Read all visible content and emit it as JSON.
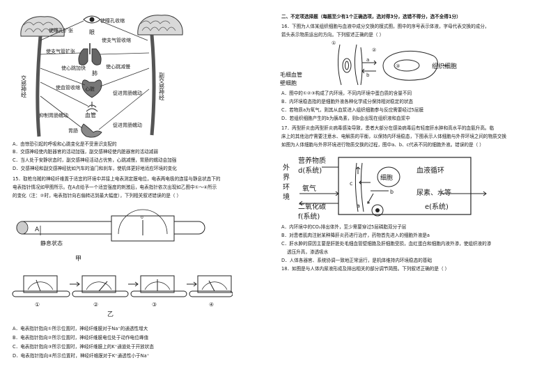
{
  "left": {
    "fig14": {
      "labels": {
        "eye": "眼",
        "pupil_constrict": "使瞳孔收缩",
        "pupil_dilate": "使瞳孔扩张",
        "bronchi_constrict": "使支气管收缩",
        "bronchi_dilate": "使支气管扩张",
        "lung": "肺",
        "hr_up": "使心跳加快",
        "hr_down": "使心跳减慢",
        "heart": "心脏",
        "vessel_constrict": "使血管收缩",
        "vessel": "血管",
        "promote_gi": "促进胃肠蠕动",
        "inhibit_gi": "抑制胃肠蠕动",
        "stomach": "胃肠",
        "sympathetic": "交感神经",
        "parasympathetic": "副交感神经"
      }
    },
    "q14_options": [
      "A．由惊恐引起的呼吸和心跳变化是不受意识支配的",
      "B．交感神经使内脏器官的活动加强，副交感神经使内脏器官的活动减弱",
      "C．当人处于安静状态时，副交感神经活动占优势，心跳减慢，胃肠的蠕动会加强",
      "D．交感神经和副交感神经犹如汽车的油门和刹车，使机体更好地适应环境的变化"
    ],
    "q15_stem": [
      "15．取枪乌贼的神经纤维置于适宜的环境中并接上电表测定膜电位，电表两电极的连接与静息状态下的",
      "电表指针情况如甲图所示。在A点给予一个适宜强度的刺激后，电表指针依次出现如乙图中①～④所示",
      "的变化（注：②时，电表指针向右偏转达到最大幅度），下列相关叙述错误的是（    ）"
    ],
    "fig15": {
      "point_a": "A",
      "rest_label": "静息状态",
      "jia": "甲",
      "yi": "乙",
      "zero": "0",
      "meter_nums": [
        "①",
        "②",
        "③",
        "④"
      ]
    },
    "q15_options": [
      "A．电表指针指向①所示位置时，神经纤维膜对于Na⁺的通透性增大",
      "B．电表指针指向②所示位置时，神经纤维膜电位处于动作电位峰值",
      "C．电表指针指向③所示位置时，神经纤维膜上的K⁺通道处于开放状态",
      "D．电表指针指向④所示位置时，神经纤维膜对于K⁺通透性小于Na⁺"
    ]
  },
  "right": {
    "section2": "二、不定项选择题（每题至少有1个正确选项，选对得3分，选错不得分，选不全得1分）",
    "q16_stem": [
      "16．下图为人体某组织细胞与血液中成分交换的模式图，图中的序号表示体液，字母代表交换的成分，",
      "箭头表示物质运出的方向。下列叙述正确的是（        ）"
    ],
    "fig16": {
      "capillary": "毛细血管",
      "wall_cell": "壁细胞",
      "tissue_cell": "组织细胞",
      "n1": "①",
      "n2": "②",
      "n3": "③",
      "a": "a",
      "b": "b"
    },
    "q16_options": [
      "A．图中的①②③构成了内环境，不同内环境中蛋白质的含量不同",
      "B．内环境稳态指的是细胞外液各种化学成分保持相对稳定的状态",
      "C．若物质a为氧气，则其从血浆进入组织细胞参与反应需要经过5层膜",
      "D．若组织细胞产生的b为胰岛素，则b会出现在组织液和血浆中"
    ],
    "q17_stem": [
      "17．丙型肝炎由丙型肝炎病毒感染导致，患者大部分在感染病毒后有轻度肝水肿和高水平的血氨升高。临",
      "床上的其他治疗需要注意水、电解质的平衡，以保持内环境稳态，下图表示人体细胞与外界环境之间的物质交换",
      "如图为人体细胞与外界环境进行物质交换的过程，图中a、b、c代表不同的细胞外液。错误的是（      ）"
    ],
    "fig17": {
      "outer": "外界环境",
      "nutrient": "营养物质",
      "d_sys": "d(系统)",
      "oxygen": "氧气",
      "co2": "二氧化碳",
      "f_sys": "f(系统)",
      "cell": "细胞",
      "blood": "血液循环",
      "urea": "尿素、水等",
      "e_sys": "e(系统)",
      "a": "a",
      "b": "b",
      "c": "c"
    },
    "q17_options": [
      "A．内环境中的CO₂排出体外，至少需要穿过5层磷脂双分子层",
      "B．对患者肌肉注射某种降肝炎药进行治疗，药物首先进入的细胞外液是a",
      "C．肝水肿的原因主要是肝脏处毛细血管壁细胞及肝细胞受损，血红蛋白和细胞内液外渗，使组织液的渗",
      "透压升高，渗透吸水",
      "D．人体各器官、系统协调一致地正常运行，是机体维持内环境稳态的基础"
    ],
    "q18_stem": "18．如图是与人体内尿液形成及排出相关的部分调节简图。下列叙述正确的是（    ）"
  }
}
